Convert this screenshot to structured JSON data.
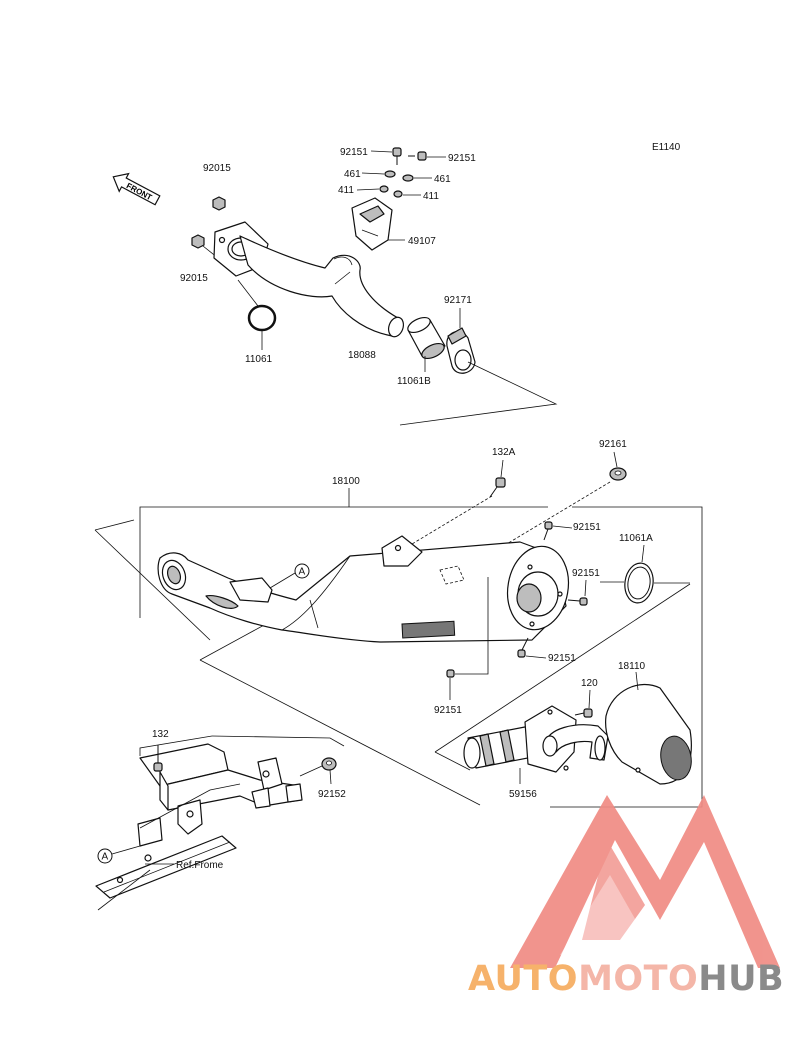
{
  "diagram": {
    "code": "E1140",
    "front_label": "FRONT",
    "ref_frame": "Ref.Frome",
    "ref_marker": "A",
    "labels": {
      "p92151a": "92151",
      "p92151b": "92151",
      "p461a": "461",
      "p461b": "461",
      "p411a": "411",
      "p411b": "411",
      "p49107": "49107",
      "p92015a": "92015",
      "p92015b": "92015",
      "p11061": "11061",
      "p18088": "18088",
      "p92171": "92171",
      "p11061b": "11061B",
      "p132a": "132A",
      "p92161": "92161",
      "p18100": "18100",
      "p92151c": "92151",
      "p11061a": "11061A",
      "p92151d": "92151",
      "p92151e": "92151",
      "p92151f": "92151",
      "p18110": "18110",
      "p120": "120",
      "p59156": "59156",
      "p132": "132",
      "p92152": "92152"
    }
  },
  "watermark": {
    "part1": "AUTO",
    "part2": "MOTO",
    "part3": "HUB",
    "colors": {
      "auto": "#f6b26b",
      "moto": "#f4b6a8",
      "hub": "#8a8a8a",
      "triangle": "#f08c84"
    }
  }
}
